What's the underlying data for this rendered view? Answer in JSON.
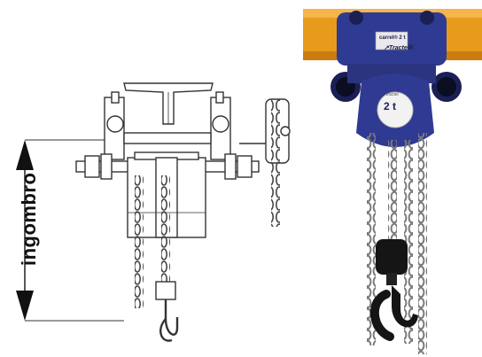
{
  "dimension": {
    "label": "ingombro"
  },
  "photo": {
    "plate_model": "carrel® 2 t",
    "plate_brand": "↗Tractel®",
    "capacity": "2 t"
  },
  "colors": {
    "rail_orange": "#E89A1C",
    "trolley_blue": "#2F3A93",
    "chain_grey": "#8A8A8A",
    "hook_black": "#151515"
  }
}
